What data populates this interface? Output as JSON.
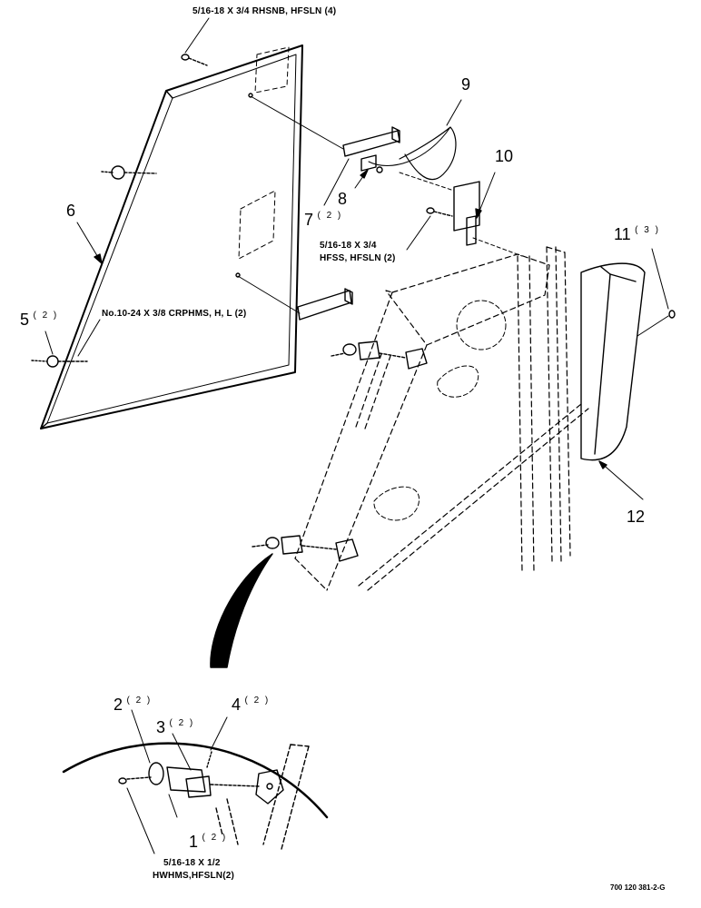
{
  "callouts": [
    {
      "num": "1",
      "qty": "( 2 )"
    },
    {
      "num": "2",
      "qty": "( 2 )"
    },
    {
      "num": "3",
      "qty": "( 2 )"
    },
    {
      "num": "4",
      "qty": "( 2 )"
    },
    {
      "num": "5",
      "qty": "( 2 )"
    },
    {
      "num": "6",
      "qty": ""
    },
    {
      "num": "7",
      "qty": "( 2 )"
    },
    {
      "num": "8",
      "qty": ""
    },
    {
      "num": "9",
      "qty": ""
    },
    {
      "num": "10",
      "qty": ""
    },
    {
      "num": "11",
      "qty": "( 3 )"
    },
    {
      "num": "12",
      "qty": ""
    }
  ],
  "hardware_notes": {
    "top_bolt": "5/16-18 X 3/4 RHSNB, HFSLN (4)",
    "hfss_line1": "5/16-18 X 3/4",
    "hfss_line2": "HFSS, HFSLN (2)",
    "crphms": "No.10-24 X 3/8 CRPHMS, H, L (2)",
    "hwhms_line1": "5/16-18 X 1/2",
    "hwhms_line2": "HWHMS,HFSLN(2)"
  },
  "drawing_number": "700 120 381-2-G"
}
